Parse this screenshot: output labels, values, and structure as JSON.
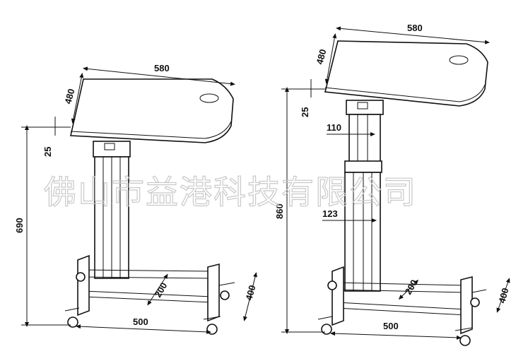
{
  "watermark": "佛山市益港科技有限公司",
  "left_figure": {
    "dims": {
      "top_width": "580",
      "top_depth": "480",
      "top_thickness": "25",
      "total_height": "690",
      "base_depth": "200",
      "base_front": "400",
      "base_width": "500"
    }
  },
  "right_figure": {
    "dims": {
      "top_width": "580",
      "top_depth": "480",
      "top_thickness": "25",
      "total_height": "860",
      "upper_column": "110",
      "lower_column": "123",
      "base_depth": "200",
      "base_front": "400",
      "base_width": "500"
    }
  }
}
